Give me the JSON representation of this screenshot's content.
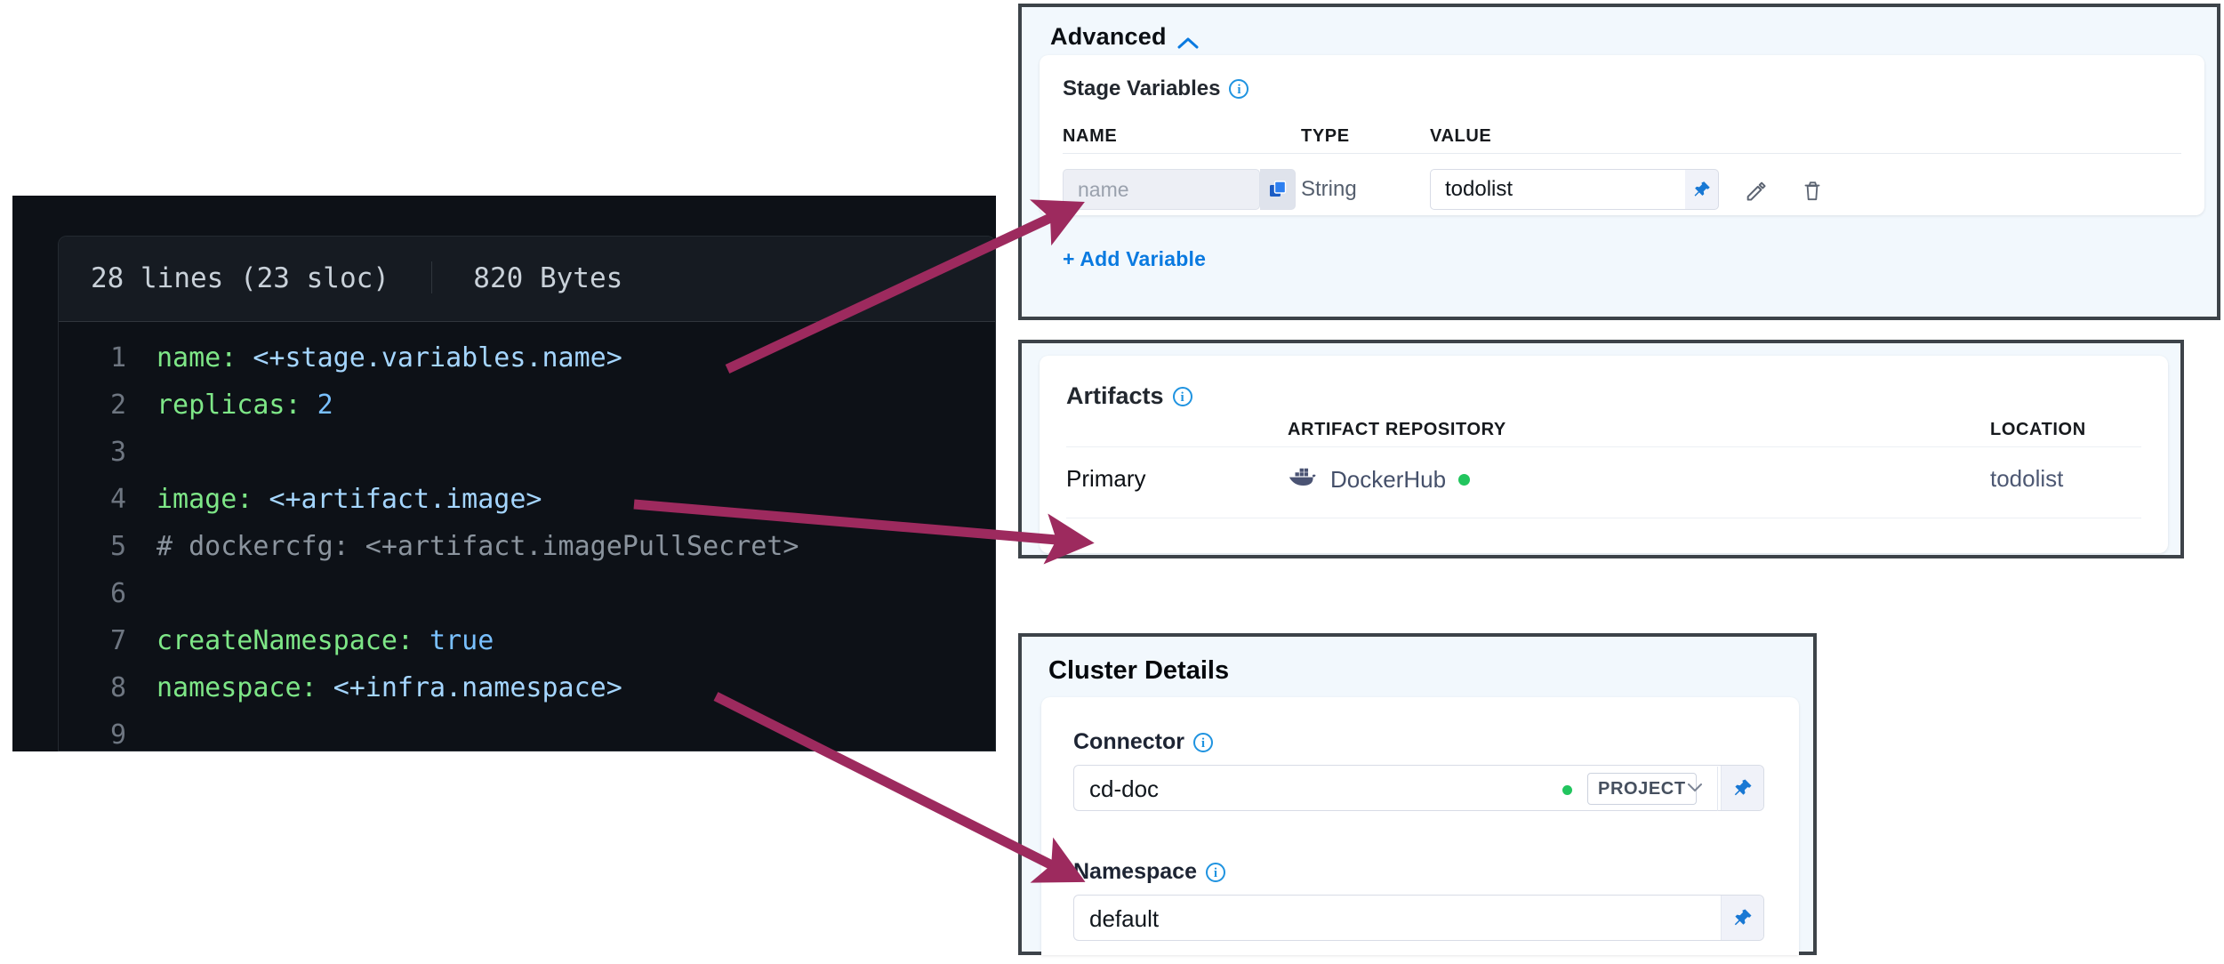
{
  "code_panel": {
    "meta_lines": "28 lines (23 sloc)",
    "meta_size": "820 Bytes",
    "lines": [
      {
        "num": "1",
        "segments": [
          {
            "t": "name:",
            "c": "k"
          },
          {
            "t": " ",
            "c": "ctxt"
          },
          {
            "t": "<+stage.variables.name>",
            "c": "v"
          }
        ]
      },
      {
        "num": "2",
        "segments": [
          {
            "t": "replicas:",
            "c": "k"
          },
          {
            "t": " ",
            "c": "ctxt"
          },
          {
            "t": "2",
            "c": "n"
          }
        ]
      },
      {
        "num": "3",
        "segments": []
      },
      {
        "num": "4",
        "segments": [
          {
            "t": "image:",
            "c": "k"
          },
          {
            "t": " ",
            "c": "ctxt"
          },
          {
            "t": "<+artifact.image>",
            "c": "v"
          }
        ]
      },
      {
        "num": "5",
        "segments": [
          {
            "t": "# dockercfg: <+artifact.imagePullSecret>",
            "c": "cm"
          }
        ]
      },
      {
        "num": "6",
        "segments": []
      },
      {
        "num": "7",
        "segments": [
          {
            "t": "createNamespace:",
            "c": "k"
          },
          {
            "t": " ",
            "c": "ctxt"
          },
          {
            "t": "true",
            "c": "n"
          }
        ]
      },
      {
        "num": "8",
        "segments": [
          {
            "t": "namespace:",
            "c": "k"
          },
          {
            "t": " ",
            "c": "ctxt"
          },
          {
            "t": "<+infra.namespace>",
            "c": "v"
          }
        ]
      },
      {
        "num": "9",
        "segments": []
      }
    ]
  },
  "advanced": {
    "header": "Advanced",
    "collapse_icon": "chevron-up-icon",
    "stage_variables_label": "Stage Variables",
    "info_icon": "info-icon",
    "columns": [
      "NAME",
      "TYPE",
      "VALUE"
    ],
    "rows": [
      {
        "name_placeholder": "name",
        "name_copy_icon": "copy-icon",
        "type": "String",
        "value": "todolist",
        "pin_icon": "pin-icon",
        "edit_icon": "pencil-icon",
        "delete_icon": "trash-icon"
      }
    ],
    "add_variable_label": "+ Add Variable"
  },
  "artifacts": {
    "title": "Artifacts",
    "info_icon": "info-icon",
    "columns": [
      "",
      "ARTIFACT REPOSITORY",
      "LOCATION"
    ],
    "rows": [
      {
        "type": "Primary",
        "repository": "DockerHub",
        "repository_icon": "docker-whale-icon",
        "status": "connected",
        "location": "todolist"
      }
    ]
  },
  "cluster_details": {
    "title": "Cluster Details",
    "fields": [
      {
        "label": "Connector",
        "info_icon": "info-icon",
        "value": "cd-doc",
        "scope_tag": "PROJECT",
        "status": "connected",
        "dropdown_icon": "chevron-down-icon",
        "pin_icon": "pin-icon"
      },
      {
        "label": "Namespace",
        "info_icon": "info-icon",
        "value": "default",
        "pin_icon": "pin-icon"
      }
    ]
  },
  "annotations": {
    "arrow_color": "#9d2a5e",
    "arrows": [
      {
        "name": "arrow-stage-variable-name",
        "from_label": "<+stage.variables.name>",
        "to_label": "name"
      },
      {
        "name": "arrow-artifact-image",
        "from_label": "<+artifact.image>",
        "to_label": "Primary"
      },
      {
        "name": "arrow-infra-namespace",
        "from_label": "<+infra.namespace>",
        "to_label": "default"
      }
    ]
  },
  "colors": {
    "accent_blue": "#0a7ae0",
    "status_green": "#22c55e",
    "arrow": "#9d2a5e",
    "code_bg": "#0d1117",
    "panel_border": "#3d4349"
  }
}
